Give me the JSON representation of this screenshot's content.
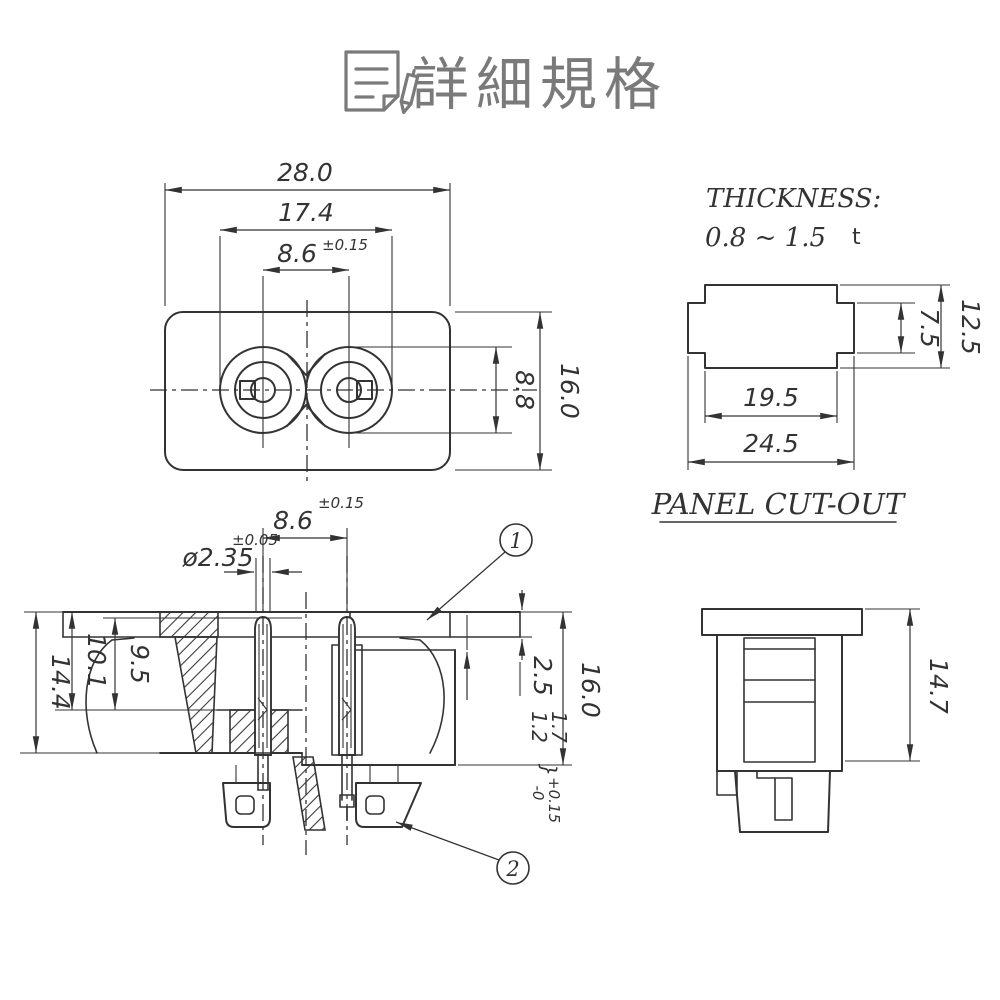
{
  "title": {
    "text": "詳細規格",
    "icon": "document-pen-icon"
  },
  "colors": {
    "line": "#333333",
    "title_gray": "#7a7a7a",
    "background": "#ffffff"
  },
  "front_view": {
    "dim_outer_width": "28.0",
    "dim_recess_width": "17.4",
    "dim_pin_pitch": "8.6",
    "dim_pin_pitch_tol": "±0.15",
    "dim_recess_height": "8.8",
    "dim_height": "16.0"
  },
  "notes": {
    "thickness_label": "THICKNESS:",
    "thickness_value": "0.8 ~ 1.5",
    "thickness_unit": "t"
  },
  "panel_cutout": {
    "label": "PANEL CUT-OUT",
    "dim_tab_height": "7.5",
    "dim_height": "12.5",
    "dim_inner_width": "19.5",
    "dim_outer_width": "24.5"
  },
  "section_view": {
    "dim_pin_pitch": "8.6",
    "dim_pin_pitch_tol": "±0.15",
    "dim_pin_dia": "ø2.35",
    "dim_pin_dia_tol": "±0.05",
    "dim_total_depth": "14.4",
    "dim_body_depth": "10.1",
    "dim_cavity_depth": "9.5",
    "dim_flange_thickness": "2.5",
    "dim_lip_a": "1.2",
    "dim_lip_b": "1.7",
    "brace": "}",
    "dim_lip_tol_plus": "+0.15",
    "dim_lip_tol_minus": "-0",
    "dim_height": "16.0",
    "callout_1": "1",
    "callout_2": "2"
  },
  "side_view": {
    "dim_height": "14.7"
  }
}
